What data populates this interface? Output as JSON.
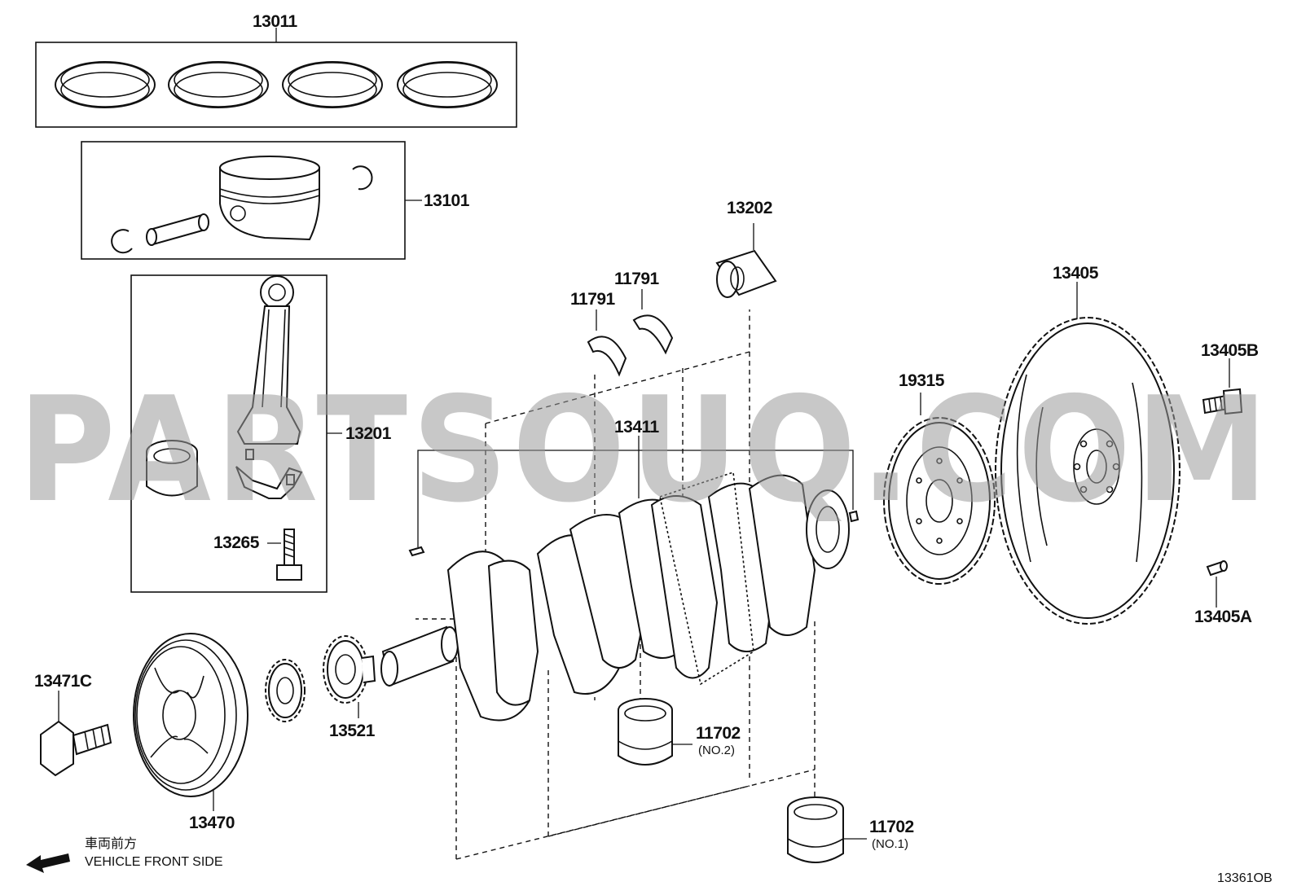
{
  "watermark": "PARTSOUQ.COM",
  "part_labels": {
    "piston_ring_set": "13011",
    "piston_sub_assembly": "13101",
    "connecting_rod": "13201",
    "connecting_rod_bolt": "13265",
    "crankshaft_bearing": "13202",
    "thrust_washer_a": "11791",
    "thrust_washer_b": "11791",
    "crankshaft": "13411",
    "timing_rotor": "19315",
    "flywheel": "13405",
    "flywheel_bolt": "13405B",
    "flywheel_pin": "13405A",
    "pulley_bolt": "13471C",
    "crankshaft_pulley": "13470",
    "timing_sprocket": "13521",
    "main_bearing_no2": "11702",
    "main_bearing_no2_note": "(NO.2)",
    "main_bearing_no1": "11702",
    "main_bearing_no1_note": "(NO.1)"
  },
  "direction": {
    "japanese": "車両前方",
    "english": "VEHICLE FRONT SIDE"
  },
  "figure_code": "13361OB"
}
